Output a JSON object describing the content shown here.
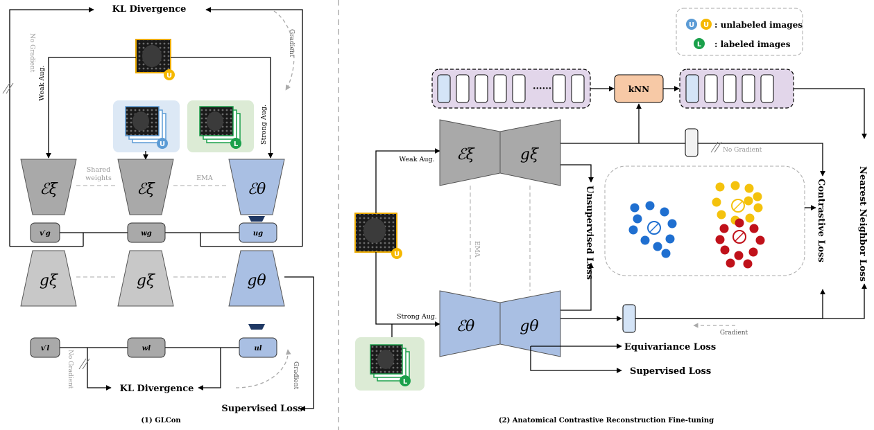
{
  "left": {
    "kl_top": "KL Divergence",
    "kl_bottom": "KL Divergence",
    "no_gradient_top": "No Gradient",
    "no_gradient_bottom": "No Gradient",
    "gradient_top": "Gradient",
    "gradient_bottom": "Gradient",
    "weak_aug": "Weak Aug.",
    "strong_aug": "Strong Aug.",
    "shared_weights_1": "Shared",
    "shared_weights_2": "weights",
    "ema": "EMA",
    "enc_xi": "ℰξ",
    "enc_theta": "ℰθ",
    "dec_xi": "gξ",
    "dec_theta": "gθ",
    "v_g": "v′g",
    "w_g": "wg",
    "u_g": "ug",
    "v_l": "v′l",
    "w_l": "wl",
    "u_l": "ul",
    "supervised_loss": "Supervised Loss",
    "caption": "(1) GLCon",
    "badge_u": "U",
    "badge_l": "L"
  },
  "right": {
    "legend_unlabeled": ": unlabeled images",
    "legend_labeled": ": labeled images",
    "dots": "······",
    "knn": "kNN",
    "weak_aug": "Weak Aug.",
    "strong_aug": "Strong Aug.",
    "ema": "EMA",
    "no_gradient": "No Gradient",
    "gradient": "Gradient",
    "enc_xi": "ℰξ",
    "enc_theta": "ℰθ",
    "dec_xi": "gξ",
    "dec_theta": "gθ",
    "unsupervised_loss": "Unsupervised Loss",
    "contrastive_loss": "Contrastive Loss",
    "nearest_neighbor_loss": "Nearest Neighbor Loss",
    "equivariance_loss": "Equivariance Loss",
    "supervised_loss": "Supervised Loss",
    "caption": "(2) Anatomical Contrastive Reconstruction Fine-tuning",
    "badge_u": "U",
    "badge_l": "L"
  },
  "colors": {
    "gray_encoder": "#a9a9a9",
    "gray_light": "#c8c8c8",
    "blue_encoder": "#a9bfe3",
    "navy": "#1f3864",
    "purple_bank": "#e2d6ea",
    "knn_orange": "#f7c9a6",
    "badge_yellow": "#f5b800",
    "badge_blue": "#5b9bd5",
    "badge_green": "#1aa04b",
    "cluster_blue": "#1f6fd0",
    "cluster_yellow": "#f4c20d",
    "cluster_red": "#c0111a"
  }
}
